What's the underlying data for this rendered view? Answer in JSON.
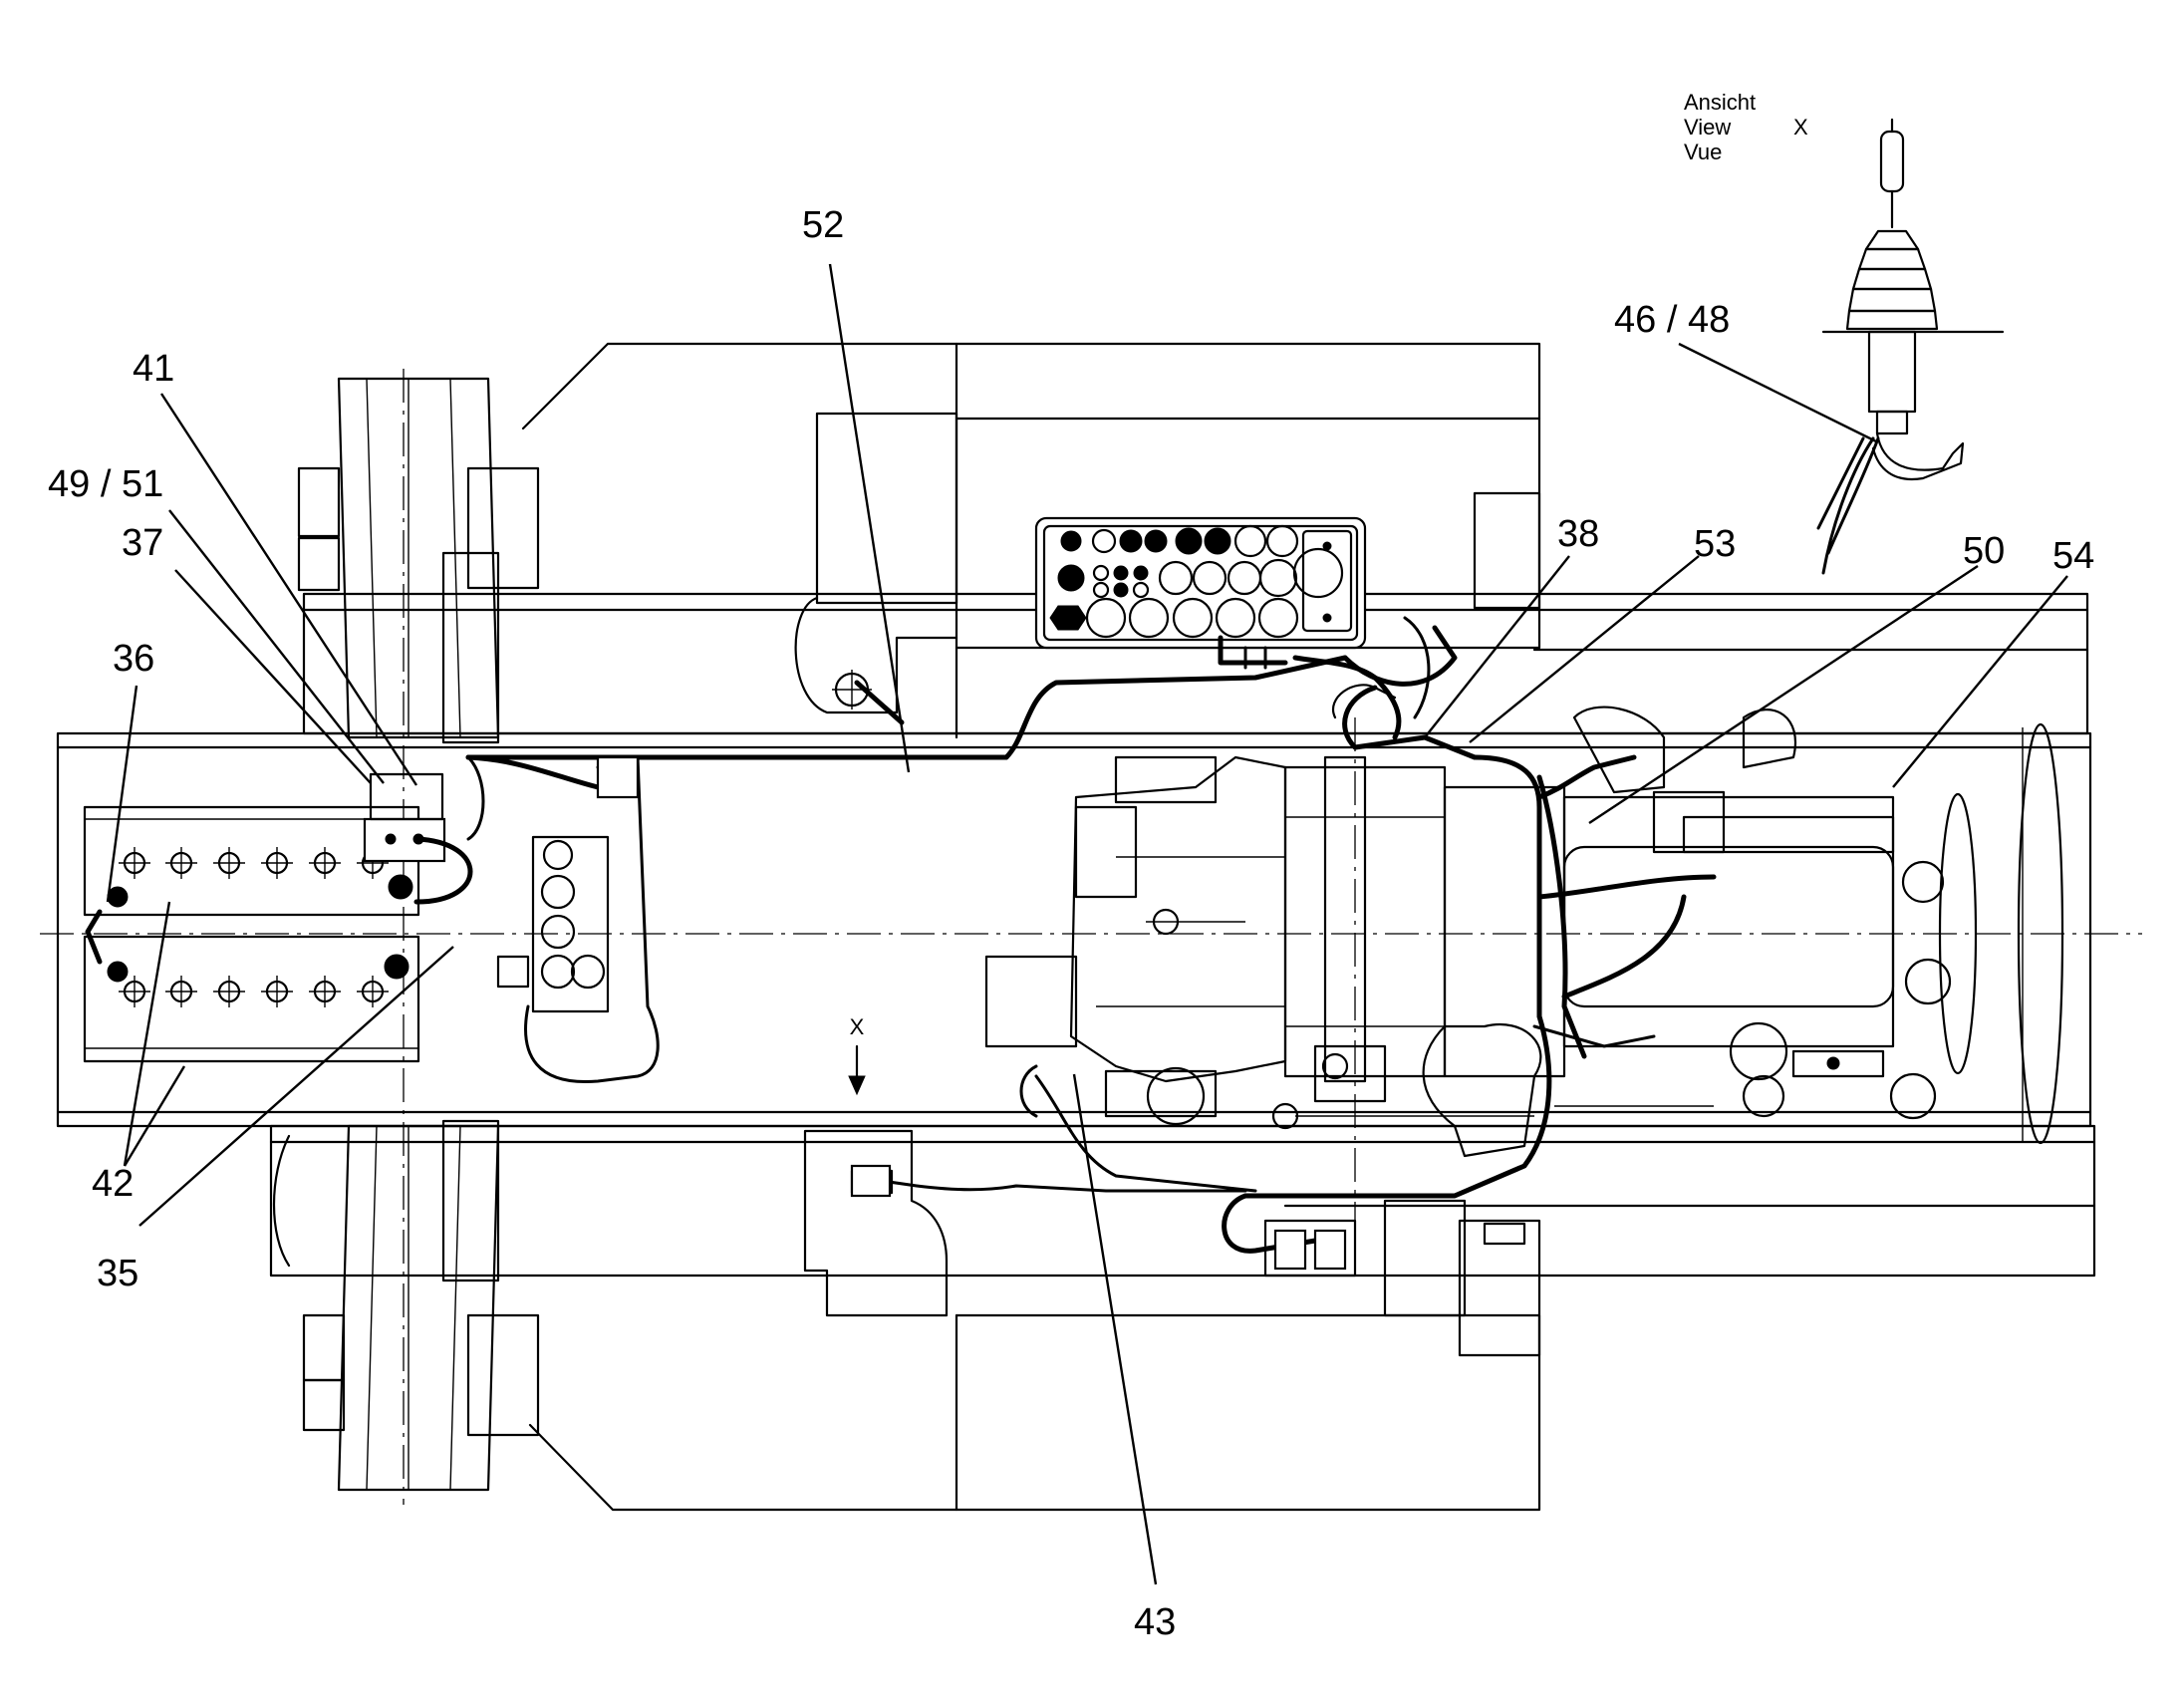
{
  "view_label": {
    "lines": [
      "Ansicht",
      "View",
      "Vue"
    ],
    "marker": "X"
  },
  "view_arrow_label": "X",
  "callouts": [
    {
      "key": "c52",
      "text": "52"
    },
    {
      "key": "c41",
      "text": "41"
    },
    {
      "key": "c4951",
      "text": "49 / 51"
    },
    {
      "key": "c37",
      "text": "37"
    },
    {
      "key": "c36",
      "text": "36"
    },
    {
      "key": "c42",
      "text": "42"
    },
    {
      "key": "c35",
      "text": "35"
    },
    {
      "key": "c38",
      "text": "38"
    },
    {
      "key": "c53",
      "text": "53"
    },
    {
      "key": "c50",
      "text": "50"
    },
    {
      "key": "c54",
      "text": "54"
    },
    {
      "key": "c4648",
      "text": "46 / 48"
    },
    {
      "key": "c43",
      "text": "43"
    }
  ]
}
